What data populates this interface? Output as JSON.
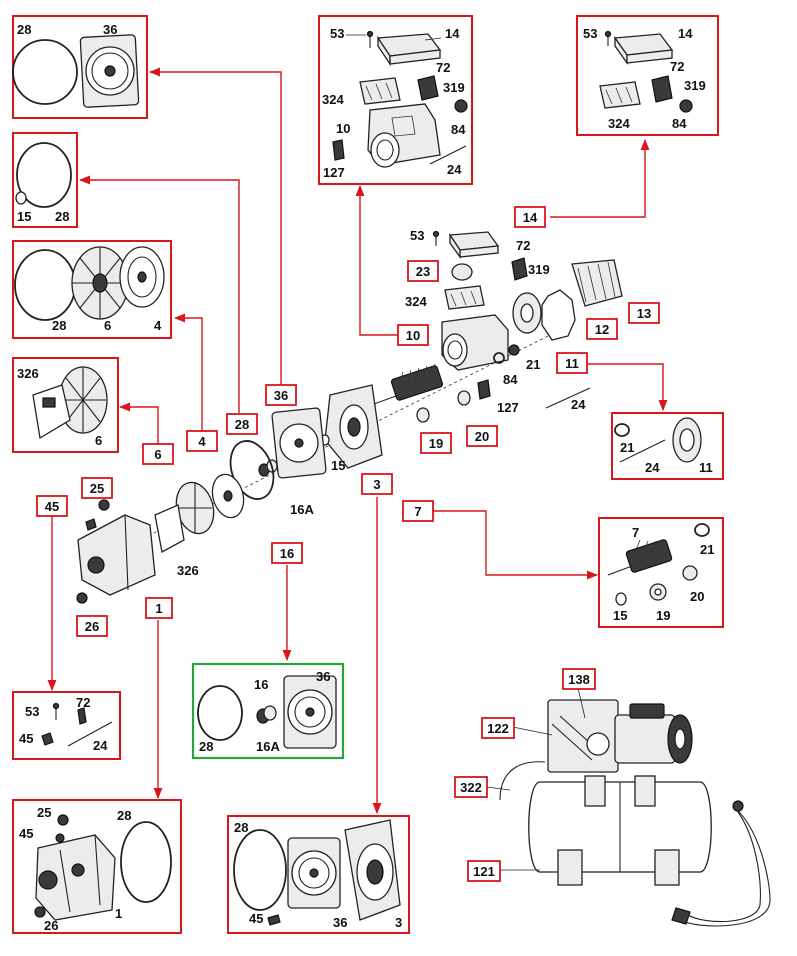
{
  "groups": {
    "g36": {
      "labels": [
        "28",
        "36"
      ]
    },
    "g28": {
      "labels": [
        "15",
        "28"
      ]
    },
    "g4": {
      "labels": [
        "28",
        "6",
        "4"
      ]
    },
    "g6": {
      "labels": [
        "326",
        "6"
      ]
    },
    "g14a": {
      "labels": [
        "53",
        "14",
        "72",
        "319",
        "324",
        "84",
        "10",
        "127",
        "24"
      ]
    },
    "g14b": {
      "labels": [
        "53",
        "14",
        "72",
        "319",
        "324",
        "84"
      ]
    },
    "g11": {
      "labels": [
        "21",
        "24",
        "11"
      ]
    },
    "g7": {
      "labels": [
        "7",
        "21",
        "20",
        "15",
        "19"
      ]
    },
    "g16": {
      "labels": [
        "16",
        "36",
        "28",
        "16A"
      ]
    },
    "g45": {
      "labels": [
        "53",
        "72",
        "45",
        "24"
      ]
    },
    "g1": {
      "labels": [
        "25",
        "28",
        "45",
        "26",
        "1"
      ]
    },
    "g3": {
      "labels": [
        "28",
        "45",
        "36",
        "3"
      ]
    }
  },
  "tags": {
    "t14": "14",
    "t23": "23",
    "t10": "10",
    "t12": "12",
    "t13": "13",
    "t11": "11",
    "t36": "36",
    "t28": "28",
    "t4": "4",
    "t6": "6",
    "t3": "3",
    "t19": "19",
    "t20": "20",
    "t7": "7",
    "t45": "45",
    "t25": "25",
    "t16": "16",
    "t1": "1",
    "t26": "26",
    "t138": "138",
    "t122": "122",
    "t322": "322",
    "t121": "121"
  },
  "main_labels": {
    "m53": "53",
    "m72": "72",
    "m319": "319",
    "m324": "324",
    "m21": "21",
    "m84": "84",
    "m24": "24",
    "m127": "127",
    "m15": "15",
    "m16A": "16A",
    "m326": "326"
  }
}
